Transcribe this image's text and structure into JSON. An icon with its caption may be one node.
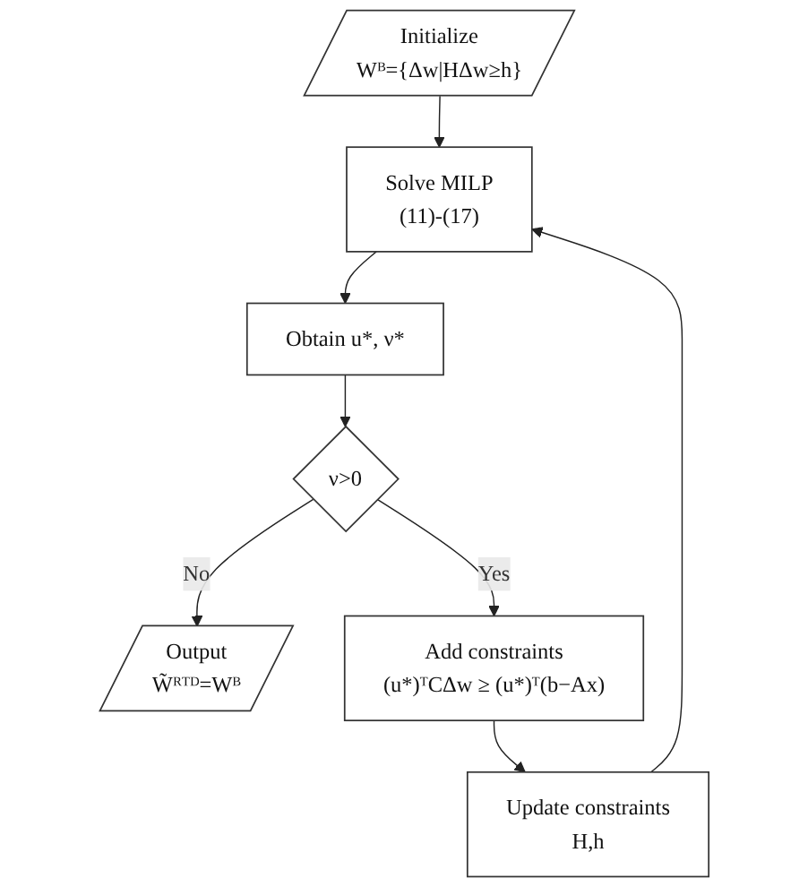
{
  "diagram": {
    "nodes": [
      {
        "text": [
          "Initialize",
          "Wᴮ={Δw|HΔw≥h}"
        ]
      },
      {
        "text": [
          "Solve MILP",
          "(11)-(17)"
        ]
      },
      {
        "text": [
          "Obtain u*, ν*"
        ]
      },
      {
        "text": [
          "ν>0"
        ]
      },
      {
        "text": [
          "Output",
          "W̃ᴿᵀᴰ=Wᴮ"
        ]
      },
      {
        "text": [
          "Add constraints",
          "(u*)ᵀCΔw ≥ (u*)ᵀ(b−Ax)"
        ]
      },
      {
        "text": [
          "Update constraints",
          "H,h"
        ]
      }
    ],
    "edges": [
      {
        "from": 0,
        "to": 1,
        "arrow": "to"
      },
      {
        "from": 1,
        "to": 2,
        "arrow": "to"
      },
      {
        "from": 2,
        "to": 3,
        "arrow": "to"
      },
      {
        "from": 3,
        "to": 4,
        "label": "No",
        "arrow": "to"
      },
      {
        "from": 3,
        "to": 5,
        "label": "Yes",
        "arrow": "to"
      },
      {
        "from": 5,
        "to": 6,
        "arrow": "to"
      },
      {
        "from": 6,
        "to": 1,
        "arrow": "to"
      }
    ]
  }
}
